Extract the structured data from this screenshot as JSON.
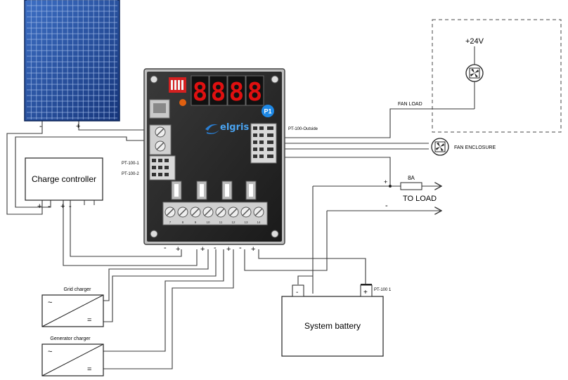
{
  "controller": {
    "display_digits": [
      "8",
      "8",
      "8",
      "8"
    ],
    "brand": "elgris",
    "badge": "P1",
    "sensor_label": "PT-100-Outside",
    "pt100_1": "PT-100-1",
    "pt100_2": "PT-100-2",
    "terminal_numbers": [
      "7",
      "8",
      "9",
      "10",
      "11",
      "12",
      "13",
      "14"
    ],
    "bottom_polarity": [
      "-",
      "+",
      "+",
      "-",
      "+",
      "-",
      "+"
    ]
  },
  "solar_panel": {
    "minus": "-",
    "plus": "+"
  },
  "charge_controller": {
    "label": "Charge controller",
    "plus1": "+",
    "minus1": "-",
    "plus2": "+",
    "minus2": "-"
  },
  "fan_load": {
    "voltage": "+24V",
    "label": "FAN LOAD"
  },
  "fan_enclosure": {
    "label": "FAN ENCLOSURE"
  },
  "load": {
    "fuse": "8A",
    "label": "TO LOAD",
    "plus": "+",
    "minus": "-"
  },
  "grid_charger": {
    "label": "Grid charger",
    "ac": "~",
    "dc": "="
  },
  "generator_charger": {
    "label": "Generator charger",
    "ac": "~",
    "dc": "="
  },
  "battery": {
    "label": "System battery",
    "minus": "-",
    "plus": "+",
    "sensor": "PT-100 1"
  },
  "colors": {
    "panel_blue": "#1f4fa8",
    "controller_dark": "#2b2b2b",
    "display_red": "#e01010",
    "badge_blue": "#1e88e5"
  }
}
